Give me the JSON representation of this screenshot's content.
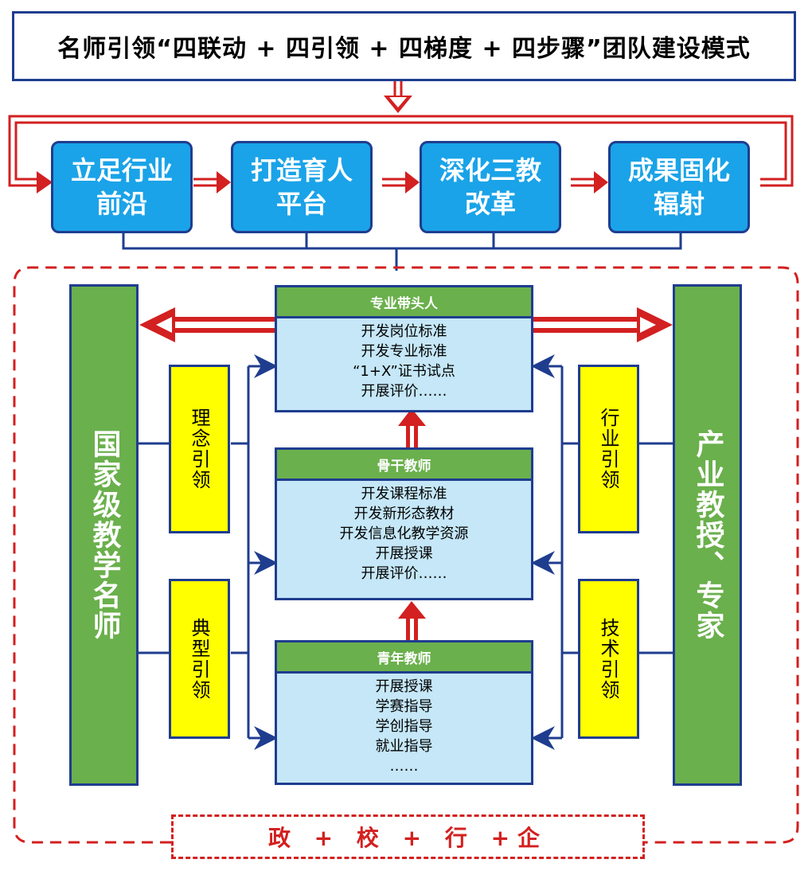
{
  "title": "名师引领“四联动 + 四引领 + 四梯度 + 四步骤”团队建设模式",
  "steps": [
    {
      "line1": "立足行业",
      "line2": "前沿"
    },
    {
      "line1": "打造育人",
      "line2": "平台"
    },
    {
      "line1": "深化三教",
      "line2": "改革"
    },
    {
      "line1": "成果固化",
      "line2": "辐射"
    }
  ],
  "left_pillar": "国家级教学名师",
  "right_pillar": "产业教授、专家",
  "guides": {
    "left_top": "理念引领",
    "left_bottom": "典型引领",
    "right_top": "行业引领",
    "right_bottom": "技术引领"
  },
  "tiers": [
    {
      "name": "专业带头人",
      "items": [
        "开发岗位标准",
        "开发专业标准",
        "“1+X”证书试点",
        "开展评价……"
      ]
    },
    {
      "name": "骨干教师",
      "items": [
        "开发课程标准",
        "开发新形态教材",
        "开发信息化教学资源",
        "开展授课",
        "开展评价……"
      ]
    },
    {
      "name": "青年教师",
      "items": [
        "开展授课",
        "学赛指导",
        "学创指导",
        "就业指导",
        "……"
      ]
    }
  ],
  "bottom_label": "政 + 校 + 行 +企",
  "colors": {
    "blue_step": "#1aa3e8",
    "green": "#6ab04c",
    "yellow": "#ffff00",
    "light_blue": "#c5e7f7",
    "navy": "#1f3d8f",
    "red": "#d32020"
  }
}
